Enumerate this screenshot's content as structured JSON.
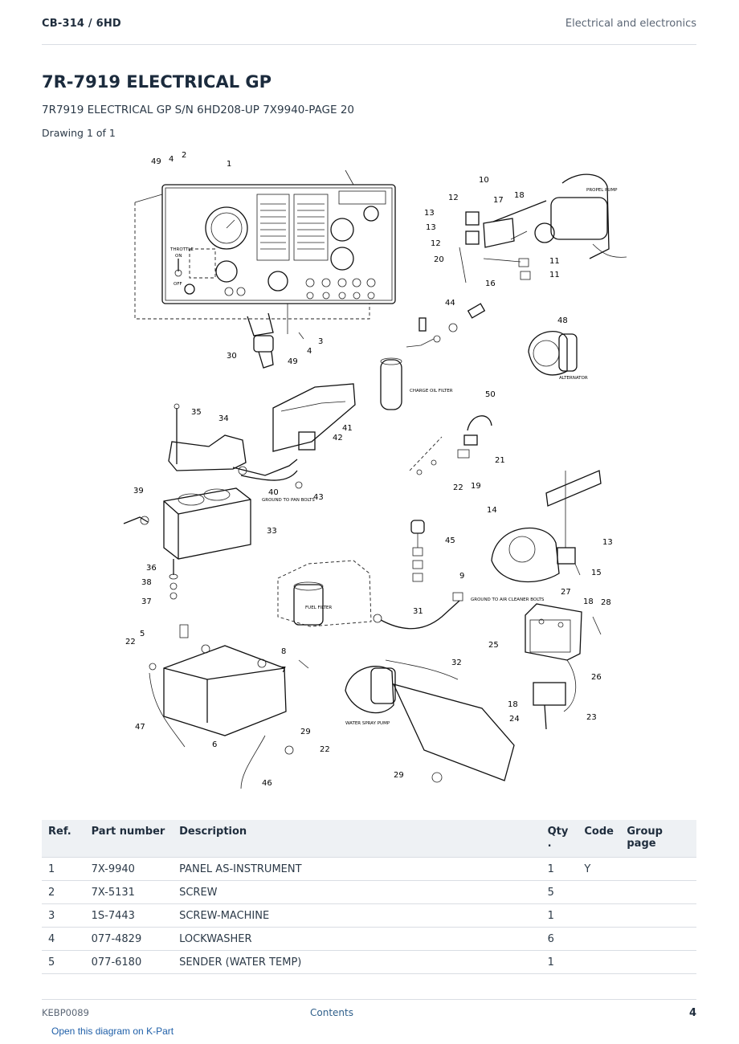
{
  "header": {
    "breadcrumb": "CB-314  /  6HD",
    "section": "Electrical and electronics"
  },
  "title": "7R-7919 ELECTRICAL GP",
  "subtitle": "7R7919 ELECTRICAL GP S/N 6HD208-UP 7X9940-PAGE 20",
  "drawing_count": "Drawing 1 of 1",
  "diagram": {
    "callouts": [
      "49",
      "4",
      "2",
      "1",
      "10",
      "12",
      "17",
      "18",
      "13",
      "13",
      "12",
      "20",
      "16",
      "11",
      "11",
      "44",
      "48",
      "30",
      "49",
      "3",
      "4",
      "35",
      "34",
      "50",
      "41",
      "42",
      "21",
      "22",
      "19",
      "40",
      "43",
      "39",
      "33",
      "14",
      "13",
      "15",
      "45",
      "36",
      "38",
      "37",
      "9",
      "27",
      "18",
      "28",
      "31",
      "5",
      "22",
      "8",
      "7",
      "32",
      "25",
      "26",
      "47",
      "6",
      "29",
      "22",
      "18",
      "24",
      "23",
      "29",
      "46"
    ],
    "captions": {
      "propel_pump": "PROPEL PUMP",
      "alternator": "ALTERNATOR",
      "charge_filter": "CHARGE OIL FILTER",
      "throttle": "THROTTLE",
      "on": "ON",
      "off": "OFF",
      "ground_pan": "GROUND TO PAN BOLTS",
      "fuel_filter": "FUEL FILTER",
      "ground_air": "GROUND TO AIR CLEANER BOLTS",
      "water_pump": "WATER SPRAY PUMP"
    }
  },
  "table": {
    "headers": {
      "ref": "Ref.",
      "part": "Part number",
      "desc": "Description",
      "qty": "Qty .",
      "code": "Code",
      "group": "Group page"
    },
    "rows": [
      {
        "ref": "1",
        "part": "7X-9940",
        "desc": "PANEL AS-INSTRUMENT",
        "qty": "1",
        "code": "Y",
        "group": ""
      },
      {
        "ref": "2",
        "part": "7X-5131",
        "desc": "SCREW",
        "qty": "5",
        "code": "",
        "group": ""
      },
      {
        "ref": "3",
        "part": "1S-7443",
        "desc": "SCREW-MACHINE",
        "qty": "1",
        "code": "",
        "group": ""
      },
      {
        "ref": "4",
        "part": "077-4829",
        "desc": "LOCKWASHER",
        "qty": "6",
        "code": "",
        "group": ""
      },
      {
        "ref": "5",
        "part": "077-6180",
        "desc": "SENDER (WATER TEMP)",
        "qty": "1",
        "code": "",
        "group": ""
      }
    ]
  },
  "footer": {
    "doc_id": "KEBP0089",
    "contents": "Contents",
    "page": "4"
  },
  "kpart_link": "Open this diagram on K-Part"
}
